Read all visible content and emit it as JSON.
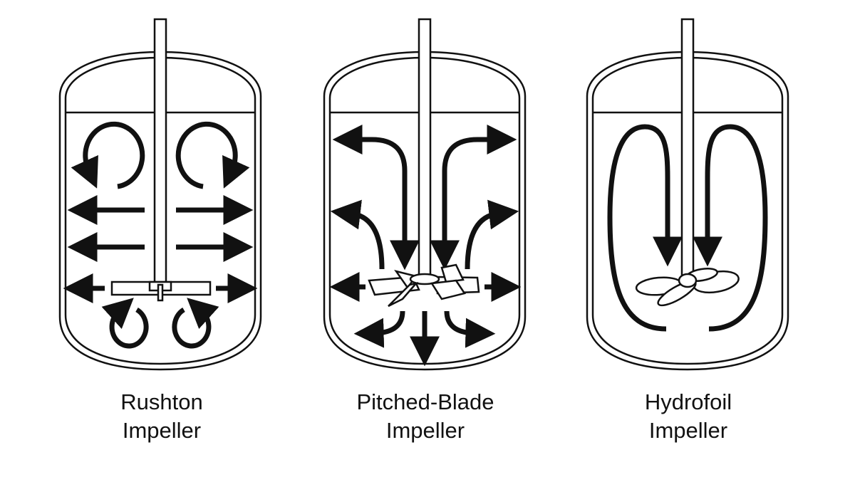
{
  "colors": {
    "ink": "#111111",
    "background": "#ffffff"
  },
  "vessels": [
    {
      "name": "rushton",
      "label_line1": "Rushton",
      "label_line2": "Impeller",
      "flow": "radial"
    },
    {
      "name": "pitched-blade",
      "label_line1": "Pitched-Blade",
      "label_line2": "Impeller",
      "flow": "mixed"
    },
    {
      "name": "hydrofoil",
      "label_line1": "Hydrofoil",
      "label_line2": "Impeller",
      "flow": "axial"
    }
  ]
}
